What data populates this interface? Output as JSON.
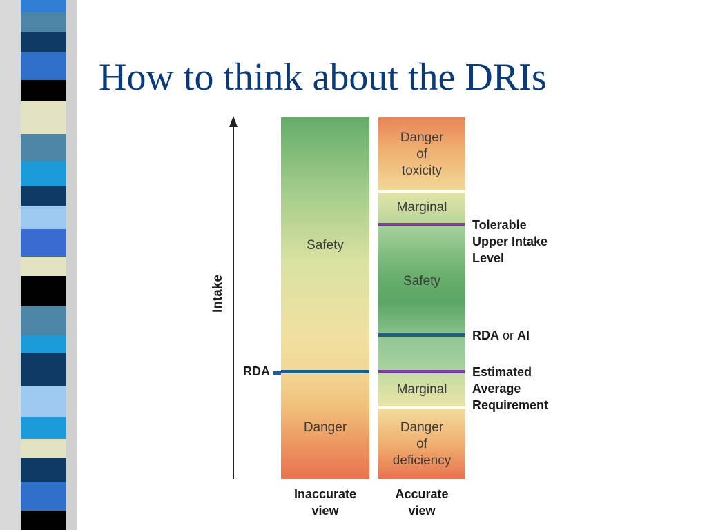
{
  "slide": {
    "title": "How to think about the DRIs"
  },
  "diagram": {
    "axis_label": "Intake",
    "inaccurate_view": {
      "caption_line1": "Inaccurate",
      "caption_line2": "view",
      "upper_label": "Safety",
      "lower_label": "Danger",
      "threshold_label": "RDA"
    },
    "accurate_view": {
      "caption_line1": "Accurate",
      "caption_line2": "view",
      "toxicity_line1": "Danger",
      "toxicity_line2": "of",
      "toxicity_line3": "toxicity",
      "marginal_upper": "Marginal",
      "safety": "Safety",
      "marginal_lower": "Marginal",
      "deficiency_line1": "Danger",
      "deficiency_line2": "of",
      "deficiency_line3": "deficiency"
    },
    "thresholds": {
      "ul_line1": "Tolerable",
      "ul_line2": "Upper Intake",
      "ul_line3": "Level",
      "rda_part1": "RDA",
      "rda_or": " or ",
      "rda_part2": "AI",
      "ear_line1": "Estimated",
      "ear_line2": "Average",
      "ear_line3": "Requirement"
    },
    "colors": {
      "title": "#0b3a78",
      "rda_line": "#1e5f8a",
      "ul_ear_line": "#7a3e97",
      "danger": "#e8734f",
      "caution": "#f1dc9c",
      "safe": "#63ad69"
    }
  }
}
